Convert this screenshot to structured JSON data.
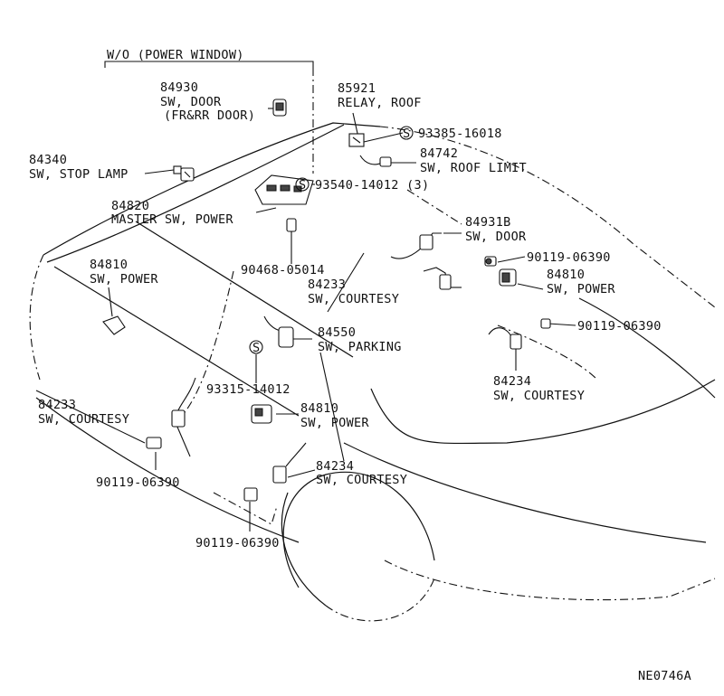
{
  "labels": {
    "wo": "W/O   (POWER WINDOW)",
    "p84930_num": "84930",
    "p84930_name": "SW, DOOR",
    "p84930_sub": "(FR&RR DOOR)",
    "p85921_num": "85921",
    "p85921_name": "RELAY, ROOF",
    "p93385": "93385-16018",
    "p84742_num": "84742",
    "p84742_name": "SW, ROOF LIMIT",
    "p84340_num": "84340",
    "p84340_name": "SW, STOP LAMP",
    "p93540": "93540-14012 (3)",
    "p84820_num": "84820",
    "p84820_name": "MASTER SW, POWER",
    "p84931b_num": "84931B",
    "p84931b_name": "SW, DOOR",
    "p90119_a": "90119-06390",
    "p84810_l_num": "84810",
    "p84810_l_name": "SW, POWER",
    "p90468": "90468-05014",
    "p84233_m_num": "84233",
    "p84233_m_name": "SW, COURTESY",
    "p84810_r_num": "84810",
    "p84810_r_name": "SW, POWER",
    "p90119_b": "90119-06390",
    "p84550_num": "84550",
    "p84550_name": "SW, PARKING",
    "p84234_r_num": "84234",
    "p84234_r_name": "SW, COURTESY",
    "p93315": "93315-14012",
    "p84233_l_num": "84233",
    "p84233_l_name": "SW, COURTESY",
    "p84810_c_num": "84810",
    "p84810_c_name": "SW, POWER",
    "p90119_c": "90119-06390",
    "p84234_c_num": "84234",
    "p84234_c_name": "SW, COURTESY",
    "p90119_d": "90119-06390",
    "s_symbol": "S",
    "figure_code": "NE0746A"
  }
}
